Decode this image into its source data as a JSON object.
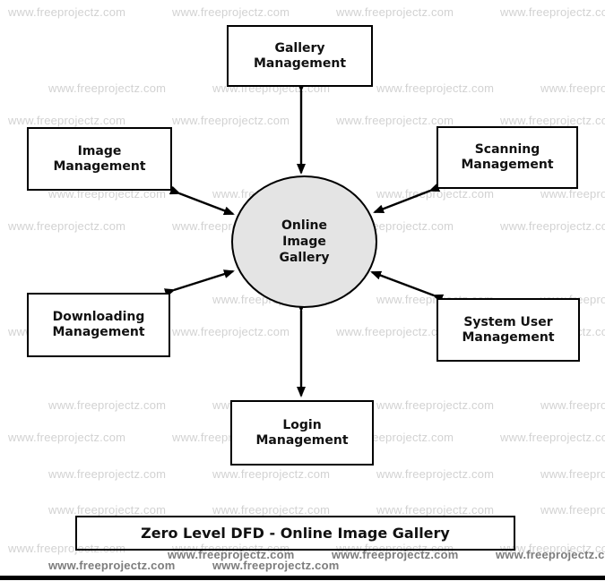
{
  "diagram": {
    "center": {
      "line1": "Online",
      "line2": "Image",
      "line3": "Gallery"
    },
    "nodes": {
      "gallery": {
        "line1": "Gallery",
        "line2": "Management"
      },
      "image": {
        "line1": "Image",
        "line2": "Management"
      },
      "scanning": {
        "line1": "Scanning",
        "line2": "Management"
      },
      "downloading": {
        "line1": "Downloading",
        "line2": "Management"
      },
      "system_user": {
        "line1": "System User",
        "line2": "Management"
      },
      "login": {
        "line1": "Login",
        "line2": "Management"
      }
    },
    "title": "Zero Level DFD - Online Image Gallery"
  },
  "watermark": {
    "text": "www.freeprojectz.com",
    "color_light": "#d2d2d2",
    "color_dark": "#7d7d7d"
  },
  "colors": {
    "circle_fill": "#e4e4e4",
    "line_color": "#000000",
    "background": "#ffffff"
  }
}
